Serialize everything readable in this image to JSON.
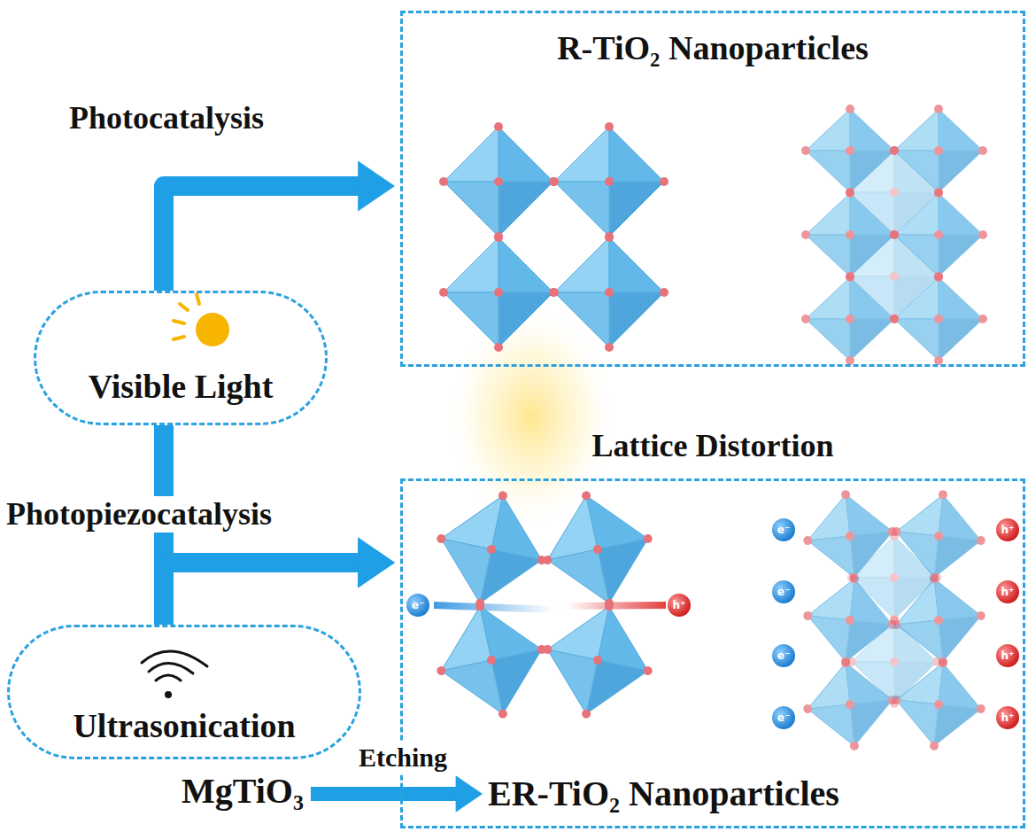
{
  "diagram": {
    "nodes": [
      {
        "text": [
          "R-TiO₂ Nanoparticles"
        ]
      },
      {
        "text": [
          "Visible Light"
        ]
      },
      {
        "text": [
          "Lattice Distortion"
        ]
      },
      {
        "text": [
          "ER-TiO₂ Nanoparticles"
        ],
        "in": 2
      },
      {
        "text": [
          "Ultrasonication"
        ]
      },
      {
        "text": [
          "MgTiO₃"
        ]
      }
    ],
    "edges": [
      {
        "from": 1,
        "to": 0,
        "label": "Photocatalysis",
        "arrow": "to"
      },
      {
        "from": 1,
        "to": 2,
        "label": "Photopiezocatalysis",
        "arrow": "to"
      },
      {
        "from": 4,
        "to": 2,
        "arrow": "to"
      },
      {
        "from": 5,
        "to": 3,
        "label": "Etching",
        "arrow": "to"
      }
    ],
    "labels": [
      "e⁻",
      "h⁺",
      "e⁻",
      "e⁻",
      "e⁻",
      "e⁻",
      "h⁺",
      "h⁺",
      "h⁺",
      "h⁺"
    ]
  }
}
